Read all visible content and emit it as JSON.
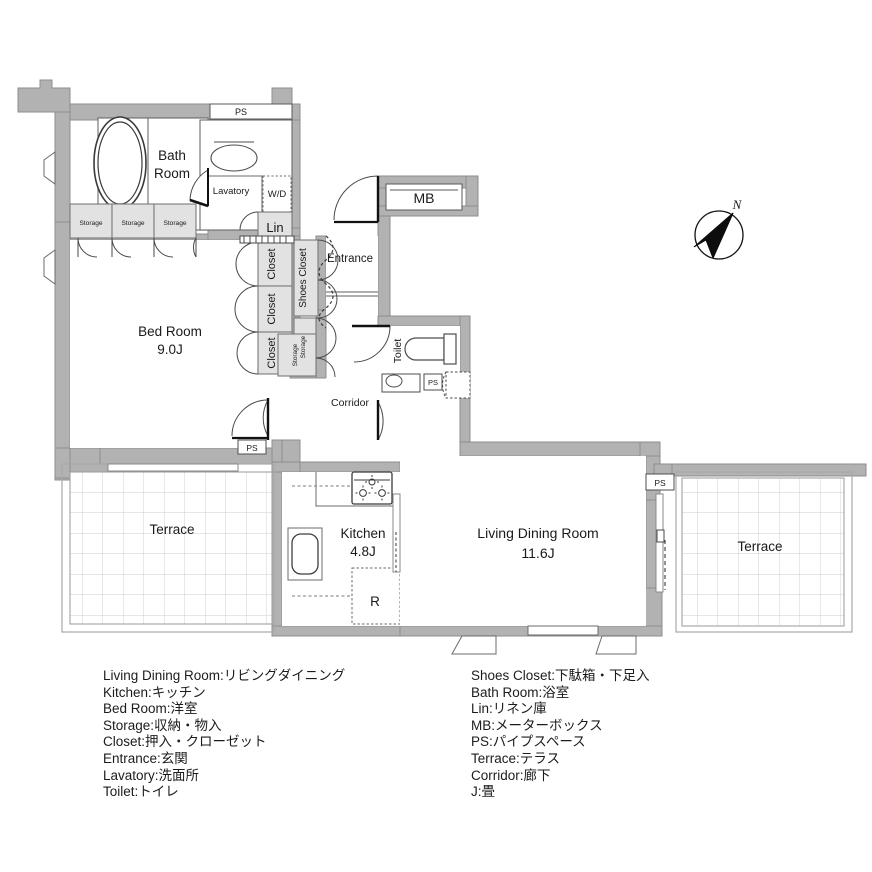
{
  "plan": {
    "rooms": [
      {
        "id": "bath-room",
        "label": "Bath\nRoom",
        "line1": "Bath",
        "line2": "Room"
      },
      {
        "id": "lavatory",
        "label": "Lavatory"
      },
      {
        "id": "bed-room",
        "label": "Bed Room",
        "area": "9.0J"
      },
      {
        "id": "entrance",
        "label": "Entrance"
      },
      {
        "id": "corridor",
        "label": "Corridor"
      },
      {
        "id": "toilet",
        "label": "Toilet"
      },
      {
        "id": "kitchen",
        "label": "Kitchen",
        "area": "4.8J"
      },
      {
        "id": "living",
        "label": "Living Dining Room",
        "area": "11.6J"
      },
      {
        "id": "terrace-left",
        "label": "Terrace"
      },
      {
        "id": "terrace-right",
        "label": "Terrace"
      }
    ],
    "fixtures": {
      "storage_top": [
        "Storage",
        "Storage",
        "Storage"
      ],
      "closets": [
        "Closet",
        "Closet",
        "Closet"
      ],
      "shoes_closet": "Shoes Closet",
      "storage_small": [
        "Storage",
        "Storage"
      ],
      "lin": "Lin",
      "wd": "W/D",
      "mb": "MB",
      "refrigerator": "R",
      "ps_labels": [
        "PS",
        "PS",
        "PS",
        "PS"
      ]
    },
    "compass": {
      "north": "N"
    },
    "colors": {
      "wall": "#b2b2b2",
      "wall_stroke": "#8f8f8f",
      "fixture_fill": "#e0e0e0",
      "line": "#555555",
      "text": "#1a1a1a",
      "terrace_grid": "#c9c9c9",
      "background": "#ffffff"
    }
  },
  "legend": {
    "columns": [
      {
        "id": "legend-column-left",
        "entries": [
          "Living Dining Room:リビングダイニング",
          "Kitchen:キッチン",
          "Bed Room:洋室",
          "Storage:収納・物入",
          "Closet:押入・クローゼット",
          "Entrance:玄関",
          "Lavatory:洗面所",
          "Toilet:トイレ"
        ]
      },
      {
        "id": "legend-column-right",
        "entries": [
          "Shoes Closet:下駄箱・下足入",
          "Bath Room:浴室",
          "Lin:リネン庫",
          "MB:メーターボックス",
          "PS:パイプスペース",
          "Terrace:テラス",
          "Corridor:廊下",
          "J:畳"
        ]
      }
    ]
  }
}
